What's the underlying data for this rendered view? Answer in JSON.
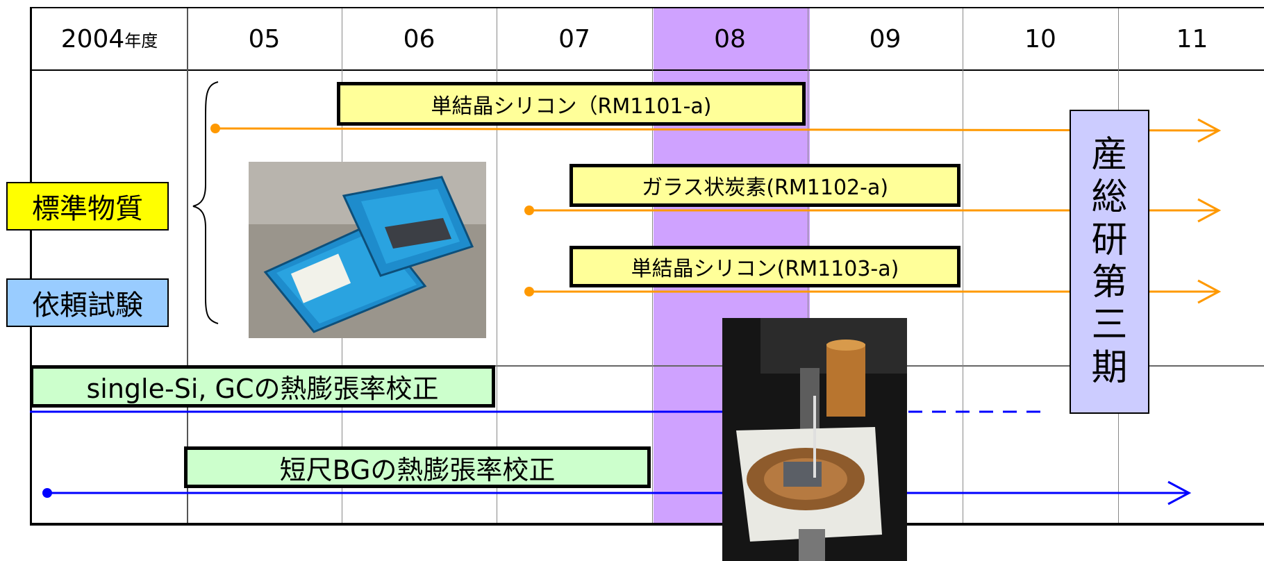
{
  "header": {
    "year_2004": "2004",
    "year_suffix": "年度",
    "years": [
      "05",
      "06",
      "07",
      "08",
      "09",
      "10",
      "11"
    ]
  },
  "left_labels": {
    "standard_materials": "標準物質",
    "commission_tests": "依頼試験"
  },
  "materials": [
    {
      "label": "単結晶シリコン（RM1101-a)"
    },
    {
      "label": "ガラス状炭素(RM1102-a)"
    },
    {
      "label": "単結晶シリコン(RM1103-a)"
    }
  ],
  "calibrations": [
    {
      "label": "single-Si, GCの熱膨張率校正"
    },
    {
      "label": "短尺BGの熱膨張率校正"
    }
  ],
  "phase_box": {
    "chars": [
      "産",
      "総",
      "研",
      "第",
      "三",
      "期"
    ]
  },
  "colors": {
    "orange_line": "#ff9900",
    "blue_line": "#0000ff",
    "highlight_column": "#cfa2ff",
    "material_box": "#ffff99",
    "calibration_box": "#ccffcc",
    "phase_box": "#ccccff"
  },
  "photos": {
    "reference_case": "photo of blue boxed reference sample cases",
    "apparatus": "photo of thermal expansion measurement apparatus"
  }
}
